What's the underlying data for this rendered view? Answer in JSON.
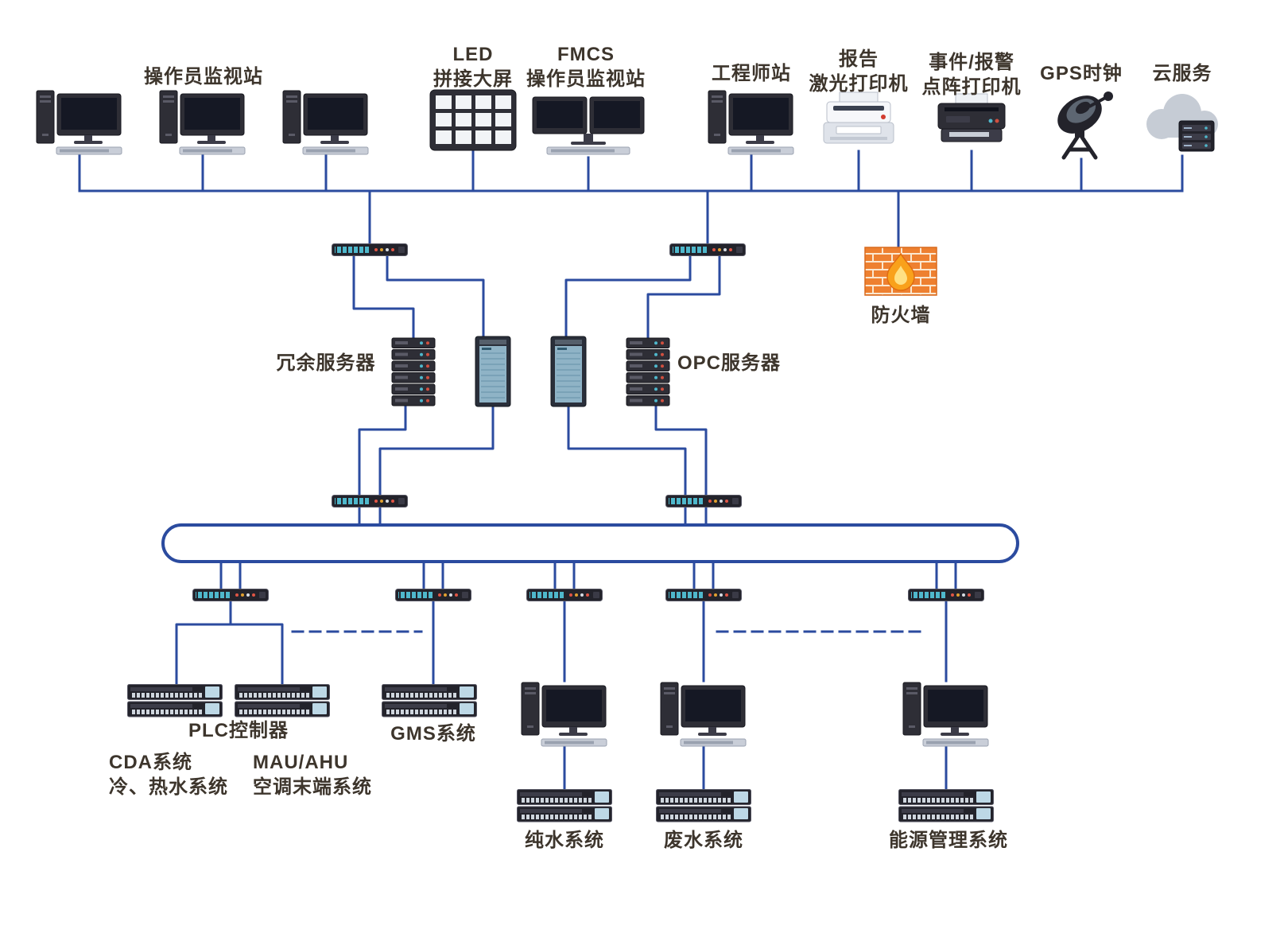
{
  "palette": {
    "wire_blue": "#2b4b9f",
    "label_text": "#3d352c",
    "device_dark": "#2e2e36",
    "switch_port_teal": "#4fb8cc",
    "cabinet_panel_blue": "#8fb3c6",
    "firewall_brick_orange": "#ee8030",
    "flame_yellow": "#ffd54f",
    "keyboard_gray": "#c9ced8"
  },
  "labels": {
    "operator_station": "操作员监视站",
    "led_wall": "LED\n拼接大屏",
    "fmcs_station": "FMCS\n操作员监视站",
    "engineer_station": "工程师站",
    "laser_printer": "报告\n激光打印机",
    "dot_matrix_printer": "事件/报警\n点阵打印机",
    "gps_clock": "GPS时钟",
    "cloud_service": "云服务",
    "firewall": "防火墙",
    "redundant_server": "冗余服务器",
    "opc_server": "OPC服务器",
    "plc_controller": "PLC控制器",
    "gms_system": "GMS系统",
    "cda_system": "CDA系统\n冷、热水系统",
    "mau_ahu_system": "MAU/AHU\n空调末端系统",
    "pure_water_system": "纯水系统",
    "waste_water_system": "废水系统",
    "energy_management_system": "能源管理系统"
  },
  "icons": {
    "workstation-icon": "desktop tower + monitor + keyboard",
    "dual-monitor-workstation-icon": "two monitors + keyboard",
    "led-wall-icon": "3x4 video wall grid",
    "laser-printer-icon": "laser printer with paper and red LED",
    "dot-matrix-printer-icon": "dark dot matrix printer",
    "gps-antenna-icon": "satellite dish on tripod",
    "cloud-server-icon": "cloud with rack server",
    "network-switch-icon": "rack switch bar with teal ports",
    "server-stack-icon": "stack of rack servers",
    "server-cabinet-icon": "tall cabinet with blue panel",
    "firewall-icon": "orange brick wall with flame",
    "plc-rack-icon": "wide PLC I/O rack with ports"
  }
}
